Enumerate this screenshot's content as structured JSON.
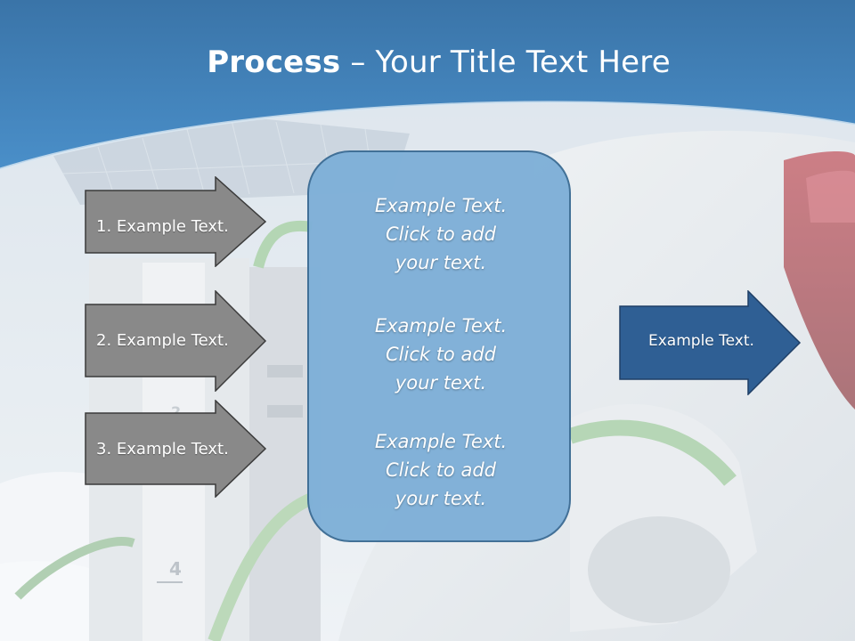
{
  "slide": {
    "title_bold": "Process",
    "title_rest": " – Your Title Text Here"
  },
  "steps": [
    {
      "label": "1. Example Text."
    },
    {
      "label": "2. Example Text."
    },
    {
      "label": "3. Example Text."
    }
  ],
  "center": {
    "blocks": [
      {
        "line1": "Example Text.",
        "line2": "Click  to add",
        "line3": "your text."
      },
      {
        "line1": "Example Text.",
        "line2": "Click  to add",
        "line3": "your text."
      },
      {
        "line1": "Example Text.",
        "line2": "Click  to add",
        "line3": "your text."
      }
    ]
  },
  "output": {
    "label": "Example Text."
  },
  "background": {
    "station_number_a": "2",
    "station_number_b": "4"
  },
  "colors": {
    "header_blue": "#3f82bd",
    "step_arrow_gray": "#8a8a8a",
    "center_panel_blue": "#7fb0d8",
    "output_arrow_blue": "#2f5f94"
  }
}
